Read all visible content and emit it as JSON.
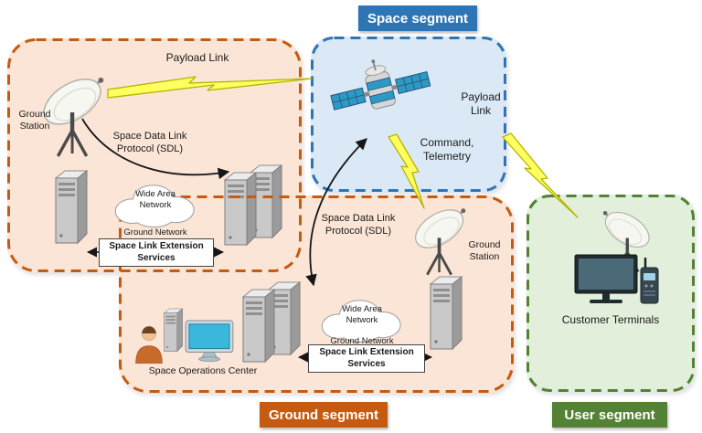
{
  "titles": {
    "space": "Space segment",
    "ground": "Ground segment",
    "user": "User segment"
  },
  "space_segment": {
    "payload_link": "Payload Link",
    "command_telemetry": "Command, Telemetry"
  },
  "ground_upper": {
    "payload_link": "Payload Link",
    "ground_station": "Ground Station",
    "sdl": "Space Data Link Protocol (SDL)",
    "wan": "Wide Area Network",
    "ground_network": "Ground Network",
    "sle": "Space Link Extension Services"
  },
  "ground_lower": {
    "sdl": "Space Data Link Protocol (SDL)",
    "ground_station": "Ground Station",
    "wan": "Wide Area Network",
    "ground_network": "Ground Network",
    "sle": "Space Link Extension Services",
    "soc": "Space Operations Center"
  },
  "user_segment": {
    "customer_terminals": "Customer Terminals"
  },
  "icons": [
    "satellite-icon",
    "satellite-dish-icon",
    "server-icon",
    "wan-cloud-icon",
    "lightning-bolt-icon",
    "person-icon",
    "monitor-icon",
    "radio-icon",
    "flat-tv-icon"
  ],
  "colors": {
    "space_border": "#2e75b6",
    "space_fill": "#dbe9f6",
    "space_title_bg": "#2e75b6",
    "ground_border": "#c55a11",
    "ground_fill": "#fbe5d6",
    "ground_title_bg": "#c55a11",
    "user_border": "#538135",
    "user_fill": "#e2efda",
    "user_title_bg": "#538135",
    "bolt_fill": "#ffff5f",
    "bolt_stroke": "#b5b400",
    "arrow": "#161616"
  }
}
